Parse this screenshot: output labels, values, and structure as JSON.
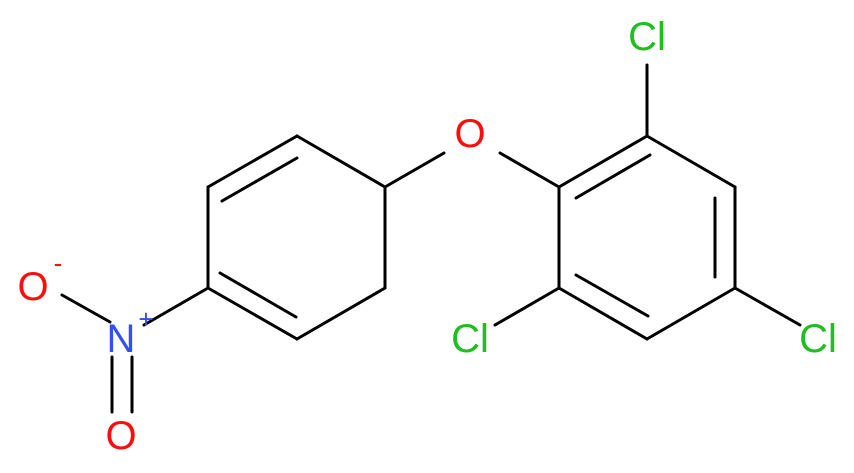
{
  "molecule": {
    "atoms": {
      "cl_top": "Cl",
      "cl_bottom_left": "Cl",
      "cl_bottom_right": "Cl",
      "oxygen_ether": "O",
      "nitrogen": "N",
      "nitrogen_charge": "+",
      "oxygen_minus": "O",
      "oxygen_minus_charge": "-",
      "oxygen_double": "O"
    },
    "colors": {
      "bond": "#000000",
      "chlorine": "#1fbf1f",
      "oxygen": "#ff0d0d",
      "nitrogen": "#2f50f8"
    }
  }
}
